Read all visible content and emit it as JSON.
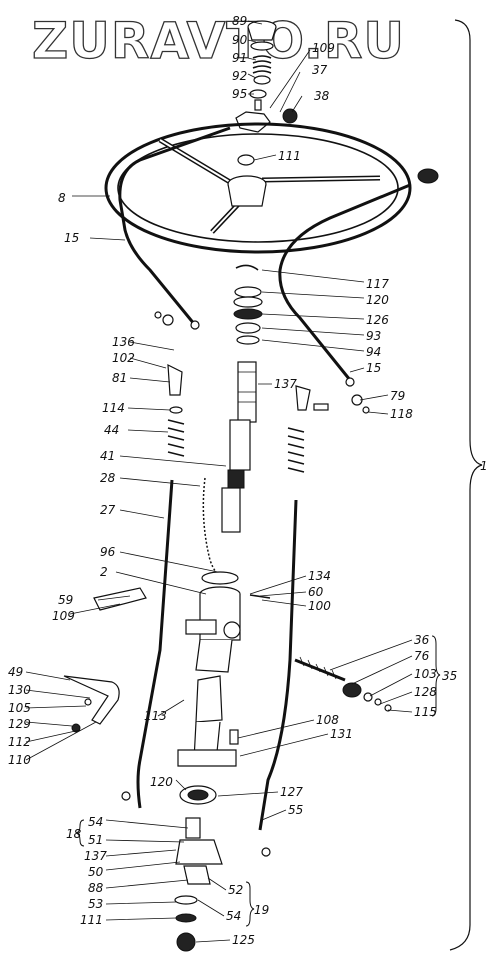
{
  "watermark": "ZURAVTO.RU",
  "callouts": [
    {
      "id": "89",
      "label": "89"
    },
    {
      "id": "90",
      "label": "90"
    },
    {
      "id": "91",
      "label": "91"
    },
    {
      "id": "92",
      "label": "92"
    },
    {
      "id": "95",
      "label": "95"
    },
    {
      "id": "109a",
      "label": "109"
    },
    {
      "id": "37",
      "label": "37"
    },
    {
      "id": "38",
      "label": "38"
    },
    {
      "id": "111a",
      "label": "111"
    },
    {
      "id": "8",
      "label": "8"
    },
    {
      "id": "15a",
      "label": "15"
    },
    {
      "id": "117",
      "label": "117"
    },
    {
      "id": "120a",
      "label": "120"
    },
    {
      "id": "126",
      "label": "126"
    },
    {
      "id": "93",
      "label": "93"
    },
    {
      "id": "94",
      "label": "94"
    },
    {
      "id": "15b",
      "label": "15"
    },
    {
      "id": "136",
      "label": "136"
    },
    {
      "id": "102",
      "label": "102"
    },
    {
      "id": "81",
      "label": "81"
    },
    {
      "id": "137a",
      "label": "137"
    },
    {
      "id": "79",
      "label": "79"
    },
    {
      "id": "118",
      "label": "118"
    },
    {
      "id": "114",
      "label": "114"
    },
    {
      "id": "44",
      "label": "44"
    },
    {
      "id": "41",
      "label": "41"
    },
    {
      "id": "1",
      "label": "1"
    },
    {
      "id": "28",
      "label": "28"
    },
    {
      "id": "27",
      "label": "27"
    },
    {
      "id": "96",
      "label": "96"
    },
    {
      "id": "2",
      "label": "2"
    },
    {
      "id": "134",
      "label": "134"
    },
    {
      "id": "60",
      "label": "60"
    },
    {
      "id": "100",
      "label": "100"
    },
    {
      "id": "59",
      "label": "59"
    },
    {
      "id": "109b",
      "label": "109"
    },
    {
      "id": "36",
      "label": "36"
    },
    {
      "id": "76",
      "label": "76"
    },
    {
      "id": "103",
      "label": "103"
    },
    {
      "id": "35",
      "label": "35"
    },
    {
      "id": "128",
      "label": "128"
    },
    {
      "id": "115",
      "label": "115"
    },
    {
      "id": "49",
      "label": "49"
    },
    {
      "id": "130",
      "label": "130"
    },
    {
      "id": "105",
      "label": "105"
    },
    {
      "id": "129",
      "label": "129"
    },
    {
      "id": "112",
      "label": "112"
    },
    {
      "id": "110",
      "label": "110"
    },
    {
      "id": "113",
      "label": "113"
    },
    {
      "id": "108",
      "label": "108"
    },
    {
      "id": "131",
      "label": "131"
    },
    {
      "id": "120b",
      "label": "120"
    },
    {
      "id": "127",
      "label": "127"
    },
    {
      "id": "55",
      "label": "55"
    },
    {
      "id": "18",
      "label": "18"
    },
    {
      "id": "54a",
      "label": "54"
    },
    {
      "id": "51",
      "label": "51"
    },
    {
      "id": "137b",
      "label": "137"
    },
    {
      "id": "50",
      "label": "50"
    },
    {
      "id": "88",
      "label": "88"
    },
    {
      "id": "52",
      "label": "52"
    },
    {
      "id": "19",
      "label": "19"
    },
    {
      "id": "53",
      "label": "53"
    },
    {
      "id": "54b",
      "label": "54"
    },
    {
      "id": "111b",
      "label": "111"
    },
    {
      "id": "125",
      "label": "125"
    }
  ],
  "colors": {
    "ink": "#111111",
    "paper": "#ffffff",
    "watermark_outline": "#333333"
  }
}
